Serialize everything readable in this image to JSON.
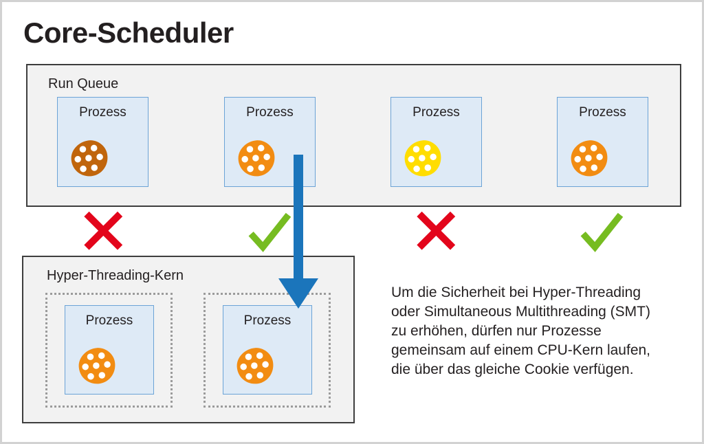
{
  "page": {
    "title": "Core-Scheduler",
    "background_color": "#ffffff",
    "frame_color": "#d2d2d2"
  },
  "colors": {
    "panel_fill": "#f2f2f2",
    "panel_border": "#3d3d3d",
    "process_fill": "#deeaf6",
    "process_border": "#6ba3d6",
    "arrow_blue": "#1b75bb",
    "check_green": "#76bc21",
    "cross_red": "#e3051b",
    "cookie_brown": "#c0650c",
    "cookie_orange": "#f28c12",
    "cookie_yellow": "#ffdd00",
    "cookie_chip": "#ffffff",
    "thread_slot_border": "#9b9b9b"
  },
  "run_queue": {
    "label": "Run Queue",
    "processes": [
      {
        "label": "Prozess",
        "cookie_color": "#c0650c",
        "cookie_name": "cookie-brown",
        "allowed": false
      },
      {
        "label": "Prozess",
        "cookie_color": "#f28c12",
        "cookie_name": "cookie-orange",
        "allowed": true
      },
      {
        "label": "Prozess",
        "cookie_color": "#ffdd00",
        "cookie_name": "cookie-yellow",
        "allowed": false
      },
      {
        "label": "Prozess",
        "cookie_color": "#f28c12",
        "cookie_name": "cookie-orange",
        "allowed": true
      }
    ]
  },
  "verdicts": [
    {
      "mark": "cross",
      "symbol": "✘",
      "color": "#e3051b"
    },
    {
      "mark": "check",
      "symbol": "✔",
      "color": "#76bc21"
    },
    {
      "mark": "cross",
      "symbol": "✘",
      "color": "#e3051b"
    },
    {
      "mark": "check",
      "symbol": "✔",
      "color": "#76bc21"
    }
  ],
  "arrow": {
    "name": "schedule-arrow",
    "direction": "down",
    "color": "#1b75bb",
    "from": "run-queue-process-2",
    "to": "ht-core-thread-slot-2"
  },
  "ht_core": {
    "label": "Hyper-Threading-Kern",
    "thread_slots": [
      {
        "process": {
          "label": "Prozess",
          "cookie_color": "#f28c12",
          "cookie_name": "cookie-orange"
        }
      },
      {
        "process": {
          "label": "Prozess",
          "cookie_color": "#f28c12",
          "cookie_name": "cookie-orange"
        }
      }
    ]
  },
  "caption": {
    "text": "Um die Sicherheit bei Hyper-Threading oder Simultaneous Multithreading (SMT) zu erhöhen, dürfen nur Prozesse gemeinsam auf einem CPU-Kern laufen, die über das gleiche Cookie verfügen."
  }
}
